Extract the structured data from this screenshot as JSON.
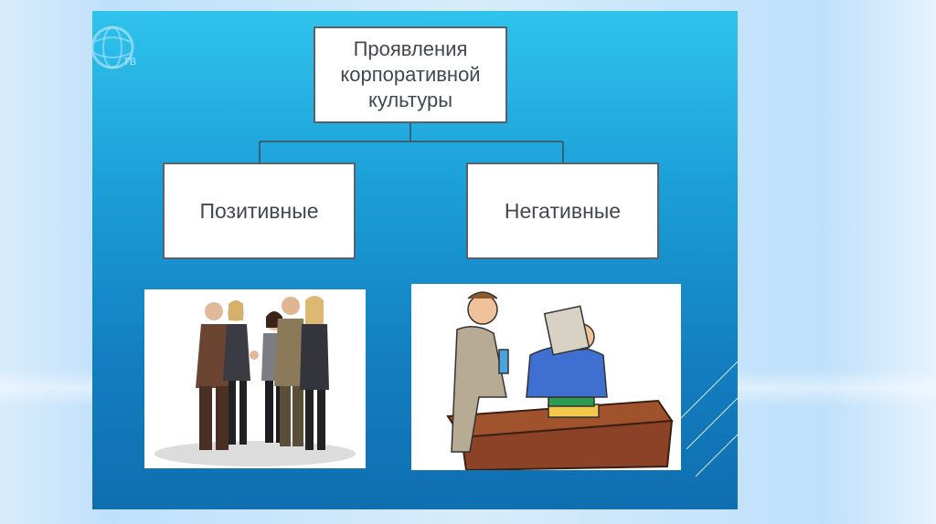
{
  "logo": {
    "text": "ТВ",
    "icon": "globe-logo-icon"
  },
  "diagram": {
    "root": {
      "label": "Проявления\nкорпоративной\nкультуры"
    },
    "children": [
      {
        "label": "Позитивные"
      },
      {
        "label": "Негативные"
      }
    ]
  },
  "images": [
    {
      "subject": "group of business people shaking hands"
    },
    {
      "subject": "cartoon office workers at a desk"
    }
  ],
  "colors": {
    "slide_top": "#2fc3ec",
    "slide_bottom": "#0f6fb0",
    "box_border": "#58616a",
    "text": "#404850"
  }
}
